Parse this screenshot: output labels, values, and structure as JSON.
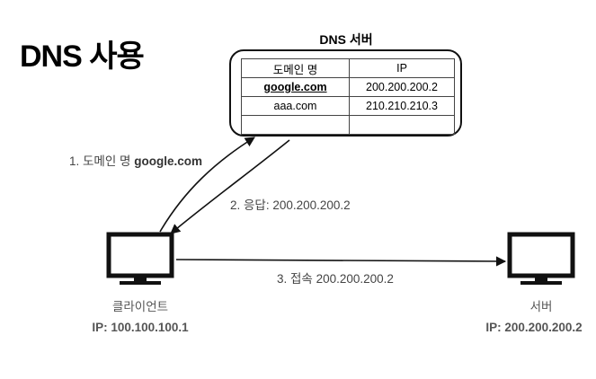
{
  "title": "DNS 사용",
  "dns_server": {
    "label": "DNS 서버",
    "table": {
      "headers": [
        "도메인 명",
        "IP"
      ],
      "rows": [
        [
          "google.com",
          "200.200.200.2"
        ],
        [
          "aaa.com",
          "210.210.210.3"
        ],
        [
          "",
          ""
        ]
      ]
    }
  },
  "steps": {
    "request": {
      "prefix": "1. 도메인 명 ",
      "domain": "google.com"
    },
    "response": "2. 응답: 200.200.200.2",
    "connect": "3. 접속 200.200.200.2"
  },
  "client": {
    "label": "클라이언트",
    "ip": "IP: 100.100.100.1",
    "icon": "monitor-icon"
  },
  "server": {
    "label": "서버",
    "ip": "IP: 200.200.200.2",
    "icon": "monitor-icon"
  }
}
